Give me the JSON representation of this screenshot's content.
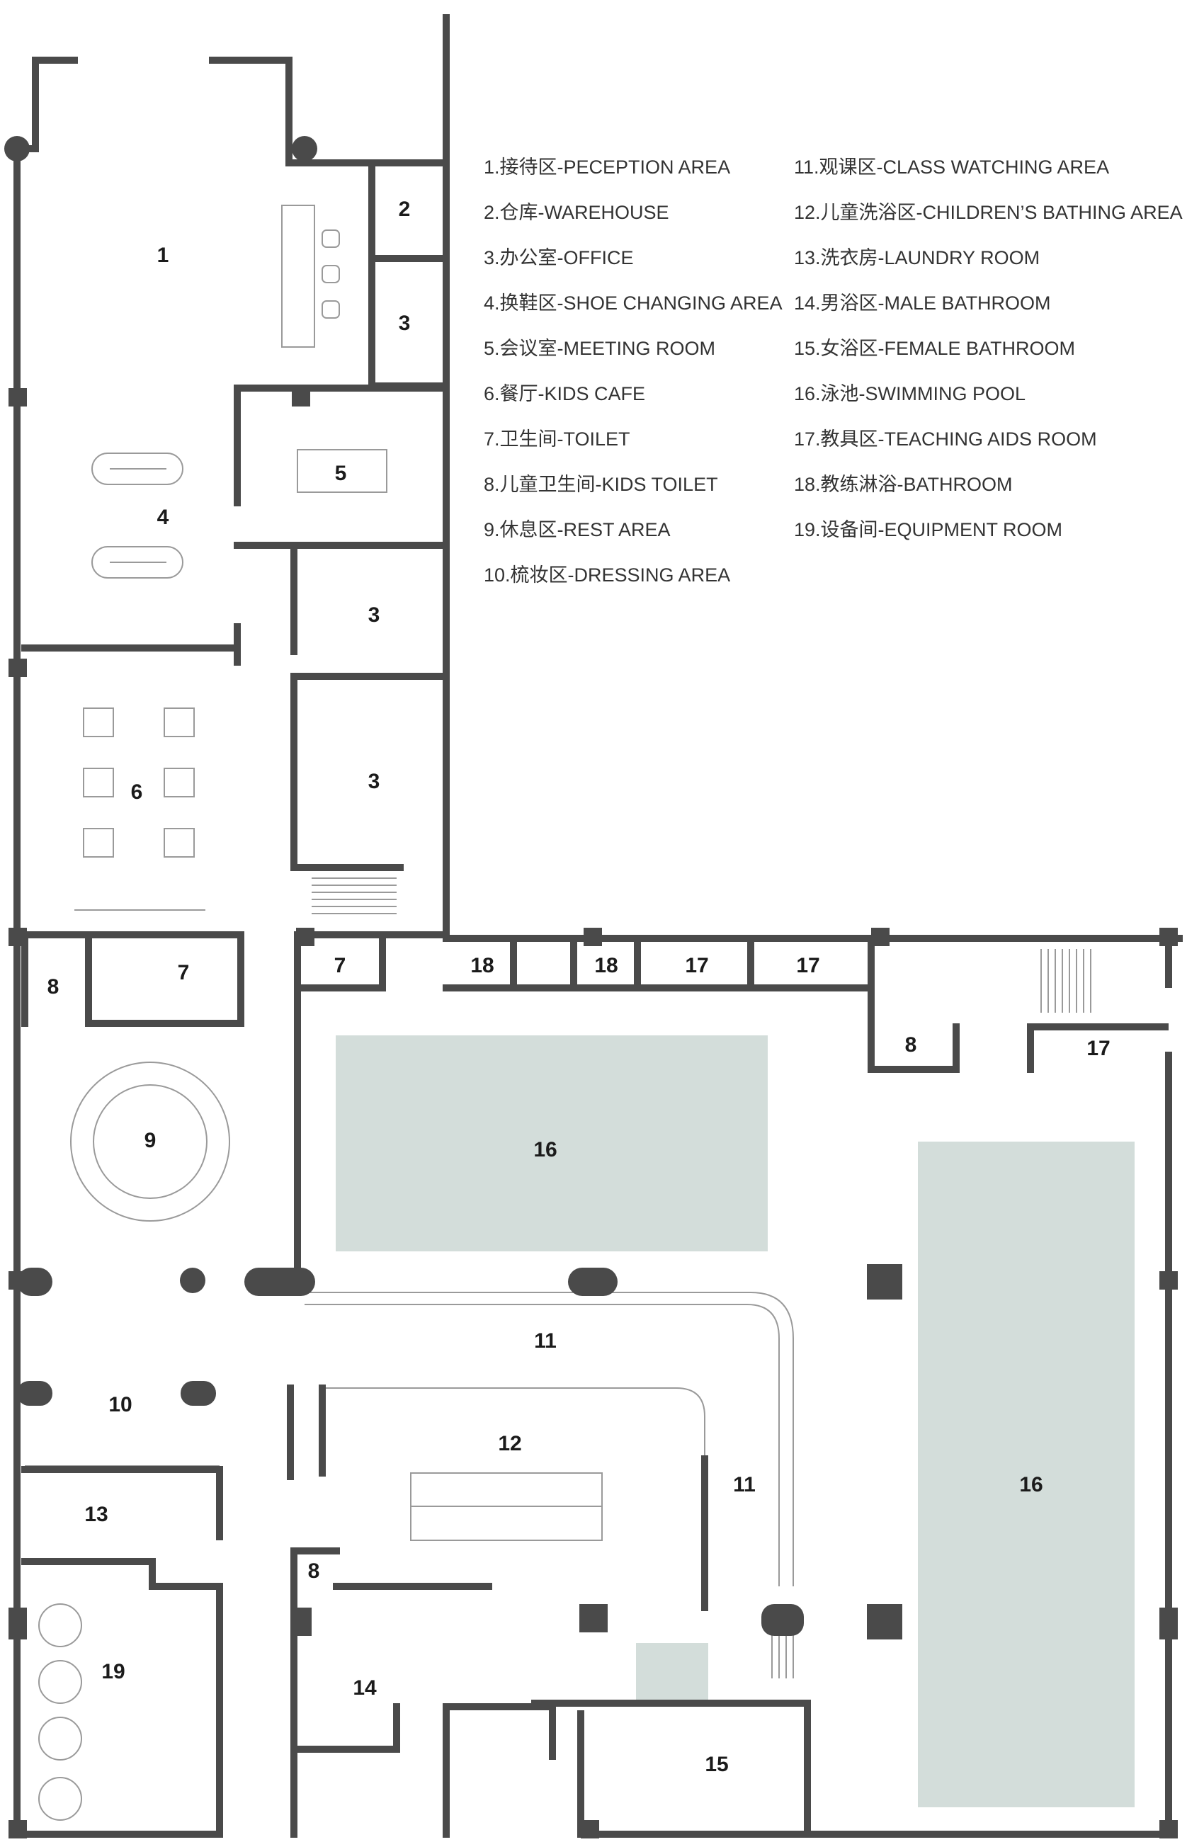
{
  "colors": {
    "wall": "#4a4a4a",
    "pool": "#d3ddda",
    "pillar": "#4a4a4a",
    "furniture": "#9a9a9a",
    "text": "#1b1b1b"
  },
  "legend": {
    "col1": [
      "1.接待区-PECEPTION AREA",
      "2.仓库-WAREHOUSE",
      "3.办公室-OFFICE",
      "4.换鞋区-SHOE CHANGING AREA",
      "5.会议室-MEETING ROOM",
      "6.餐厅-KIDS CAFE",
      "7.卫生间-TOILET",
      "8.儿童卫生间-KIDS TOILET",
      "9.休息区-REST AREA",
      "10.梳妆区-DRESSING AREA"
    ],
    "col2": [
      "11.观课区-CLASS WATCHING AREA",
      "12.儿童洗浴区-CHILDREN’S BATHING AREA",
      "13.洗衣房-LAUNDRY ROOM",
      "14.男浴区-MALE BATHROOM",
      "15.女浴区-FEMALE BATHROOM",
      "16.泳池-SWIMMING POOL",
      "17.教具区-TEACHING AIDS ROOM",
      "18.教练淋浴-BATHROOM",
      "19.设备间-EQUIPMENT ROOM"
    ]
  },
  "rooms": {
    "r1": "1",
    "r2": "2",
    "r3a": "3",
    "r3b": "3",
    "r3c": "3",
    "r4": "4",
    "r5": "5",
    "r6": "6",
    "r7a": "7",
    "r7b": "7",
    "r8a": "8",
    "r8b": "8",
    "r8c": "8",
    "r9": "9",
    "r10": "10",
    "r11a": "11",
    "r11b": "11",
    "r12": "12",
    "r13": "13",
    "r14": "14",
    "r15": "15",
    "r16a": "16",
    "r16b": "16",
    "r17a": "17",
    "r17b": "17",
    "r17c": "17",
    "r18a": "18",
    "r18b": "18",
    "r19": "19"
  }
}
